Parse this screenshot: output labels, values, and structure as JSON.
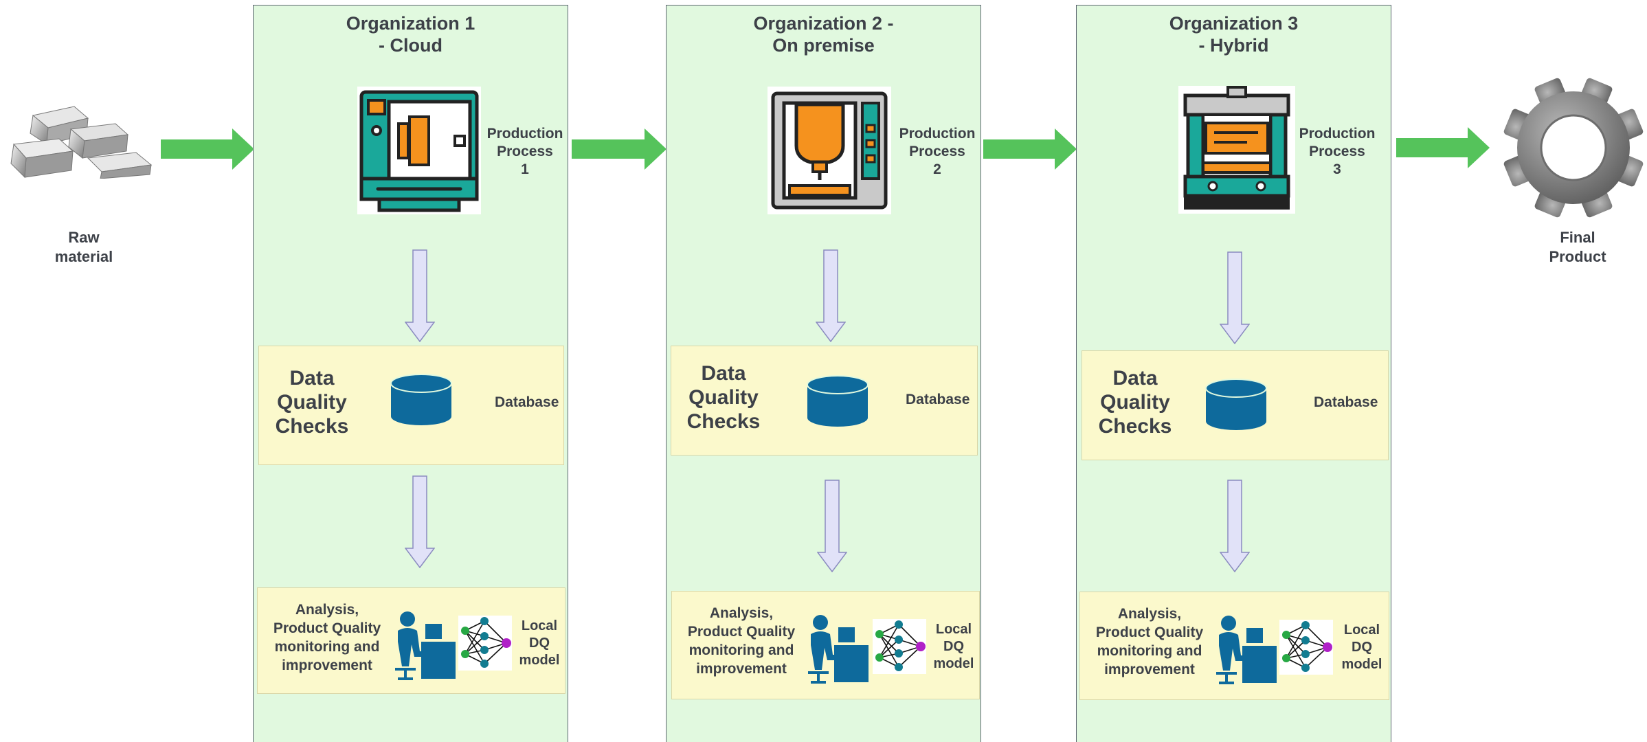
{
  "raw_material": {
    "label": "Raw\nmaterial"
  },
  "final_product": {
    "label": "Final\nProduct"
  },
  "organizations": [
    {
      "title": "Organization 1\n- Cloud",
      "process_label": "Production\nProcess\n1",
      "dq_label": "Data\nQuality\nChecks",
      "db_label": "Database",
      "analysis_label": "Analysis,\nProduct Quality\nmonitoring and\nimprovement",
      "model_label": "Local\nDQ\nmodel"
    },
    {
      "title": "Organization 2 -\nOn premise",
      "process_label": "Production\nProcess\n2",
      "dq_label": "Data\nQuality\nChecks",
      "db_label": "Database",
      "analysis_label": "Analysis,\nProduct Quality\nmonitoring and\nimprovement",
      "model_label": "Local\nDQ\nmodel"
    },
    {
      "title": "Organization 3\n- Hybrid",
      "process_label": "Production\nProcess\n3",
      "dq_label": "Data\nQuality\nChecks",
      "db_label": "Database",
      "analysis_label": "Analysis,\nProduct Quality\nmonitoring and\nimprovement",
      "model_label": "Local\nDQ\nmodel"
    }
  ],
  "colors": {
    "panel_green": "#e1f9df",
    "panel_yellow": "#fbf9cc",
    "flow_arrow": "#55c35b",
    "down_arrow": "#e1e2f8",
    "database": "#0e6a9c",
    "person": "#0e6a9c",
    "gear": "#8c8c8c"
  }
}
